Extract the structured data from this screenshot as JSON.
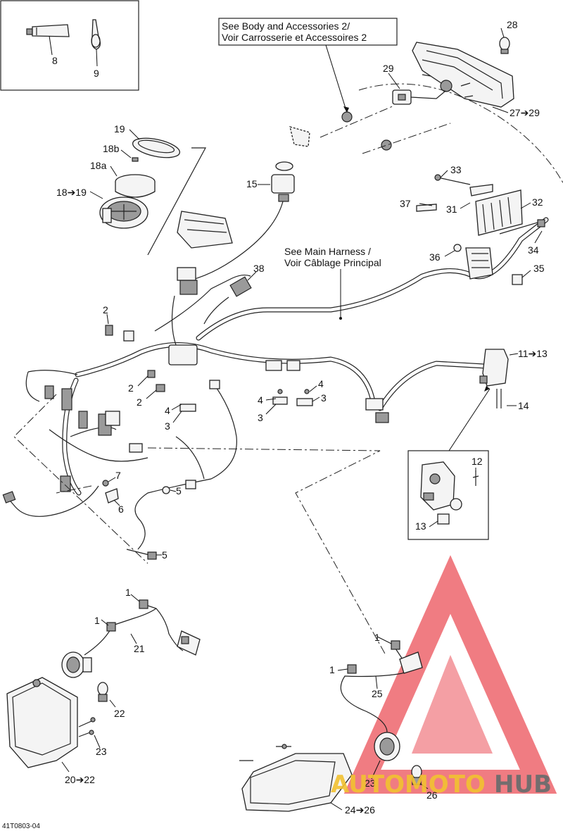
{
  "callouts": {
    "c8": "8",
    "c9": "9",
    "c28": "28",
    "c29": "29",
    "c27_29": "27➔29",
    "c19": "19",
    "c18b": "18b",
    "c18a": "18a",
    "c18_19": "18➔19",
    "c15": "15",
    "c33": "33",
    "c37": "37",
    "c31": "31",
    "c32": "32",
    "c36": "36",
    "c34": "34",
    "c35": "35",
    "c38": "38",
    "c2a": "2",
    "c2b": "2",
    "c2c": "2",
    "c4a": "4",
    "c3a": "3",
    "c4b": "4",
    "c4c": "4",
    "c3b": "3",
    "c3c": "3",
    "c11_13": "11➔13",
    "c14": "14",
    "c12": "12",
    "c13": "13",
    "c7": "7",
    "c5a": "5",
    "c6": "6",
    "c5b": "5",
    "c1a": "1",
    "c1b": "1",
    "c21": "21",
    "c22": "22",
    "c23a": "23",
    "c20_22": "20➔22",
    "c1c": "1",
    "c1d": "1",
    "c25": "25",
    "c23b": "23",
    "c26": "26",
    "c24_26": "24➔26"
  },
  "notes": {
    "body_line1": "See Body and Accessories 2/",
    "body_line2": "Voir Carrosserie et Accessoires 2",
    "harness_line1": "See Main Harness /",
    "harness_line2": "Voir Câblage Principal"
  },
  "figure_id": "41T0803-04",
  "watermark": {
    "part1": "AUTOMOTO",
    "part2": "HUB"
  },
  "colors": {
    "watermark_red": "#e8323c",
    "watermark_yellow": "#f2c230",
    "watermark_grey": "#6d6d6d"
  }
}
